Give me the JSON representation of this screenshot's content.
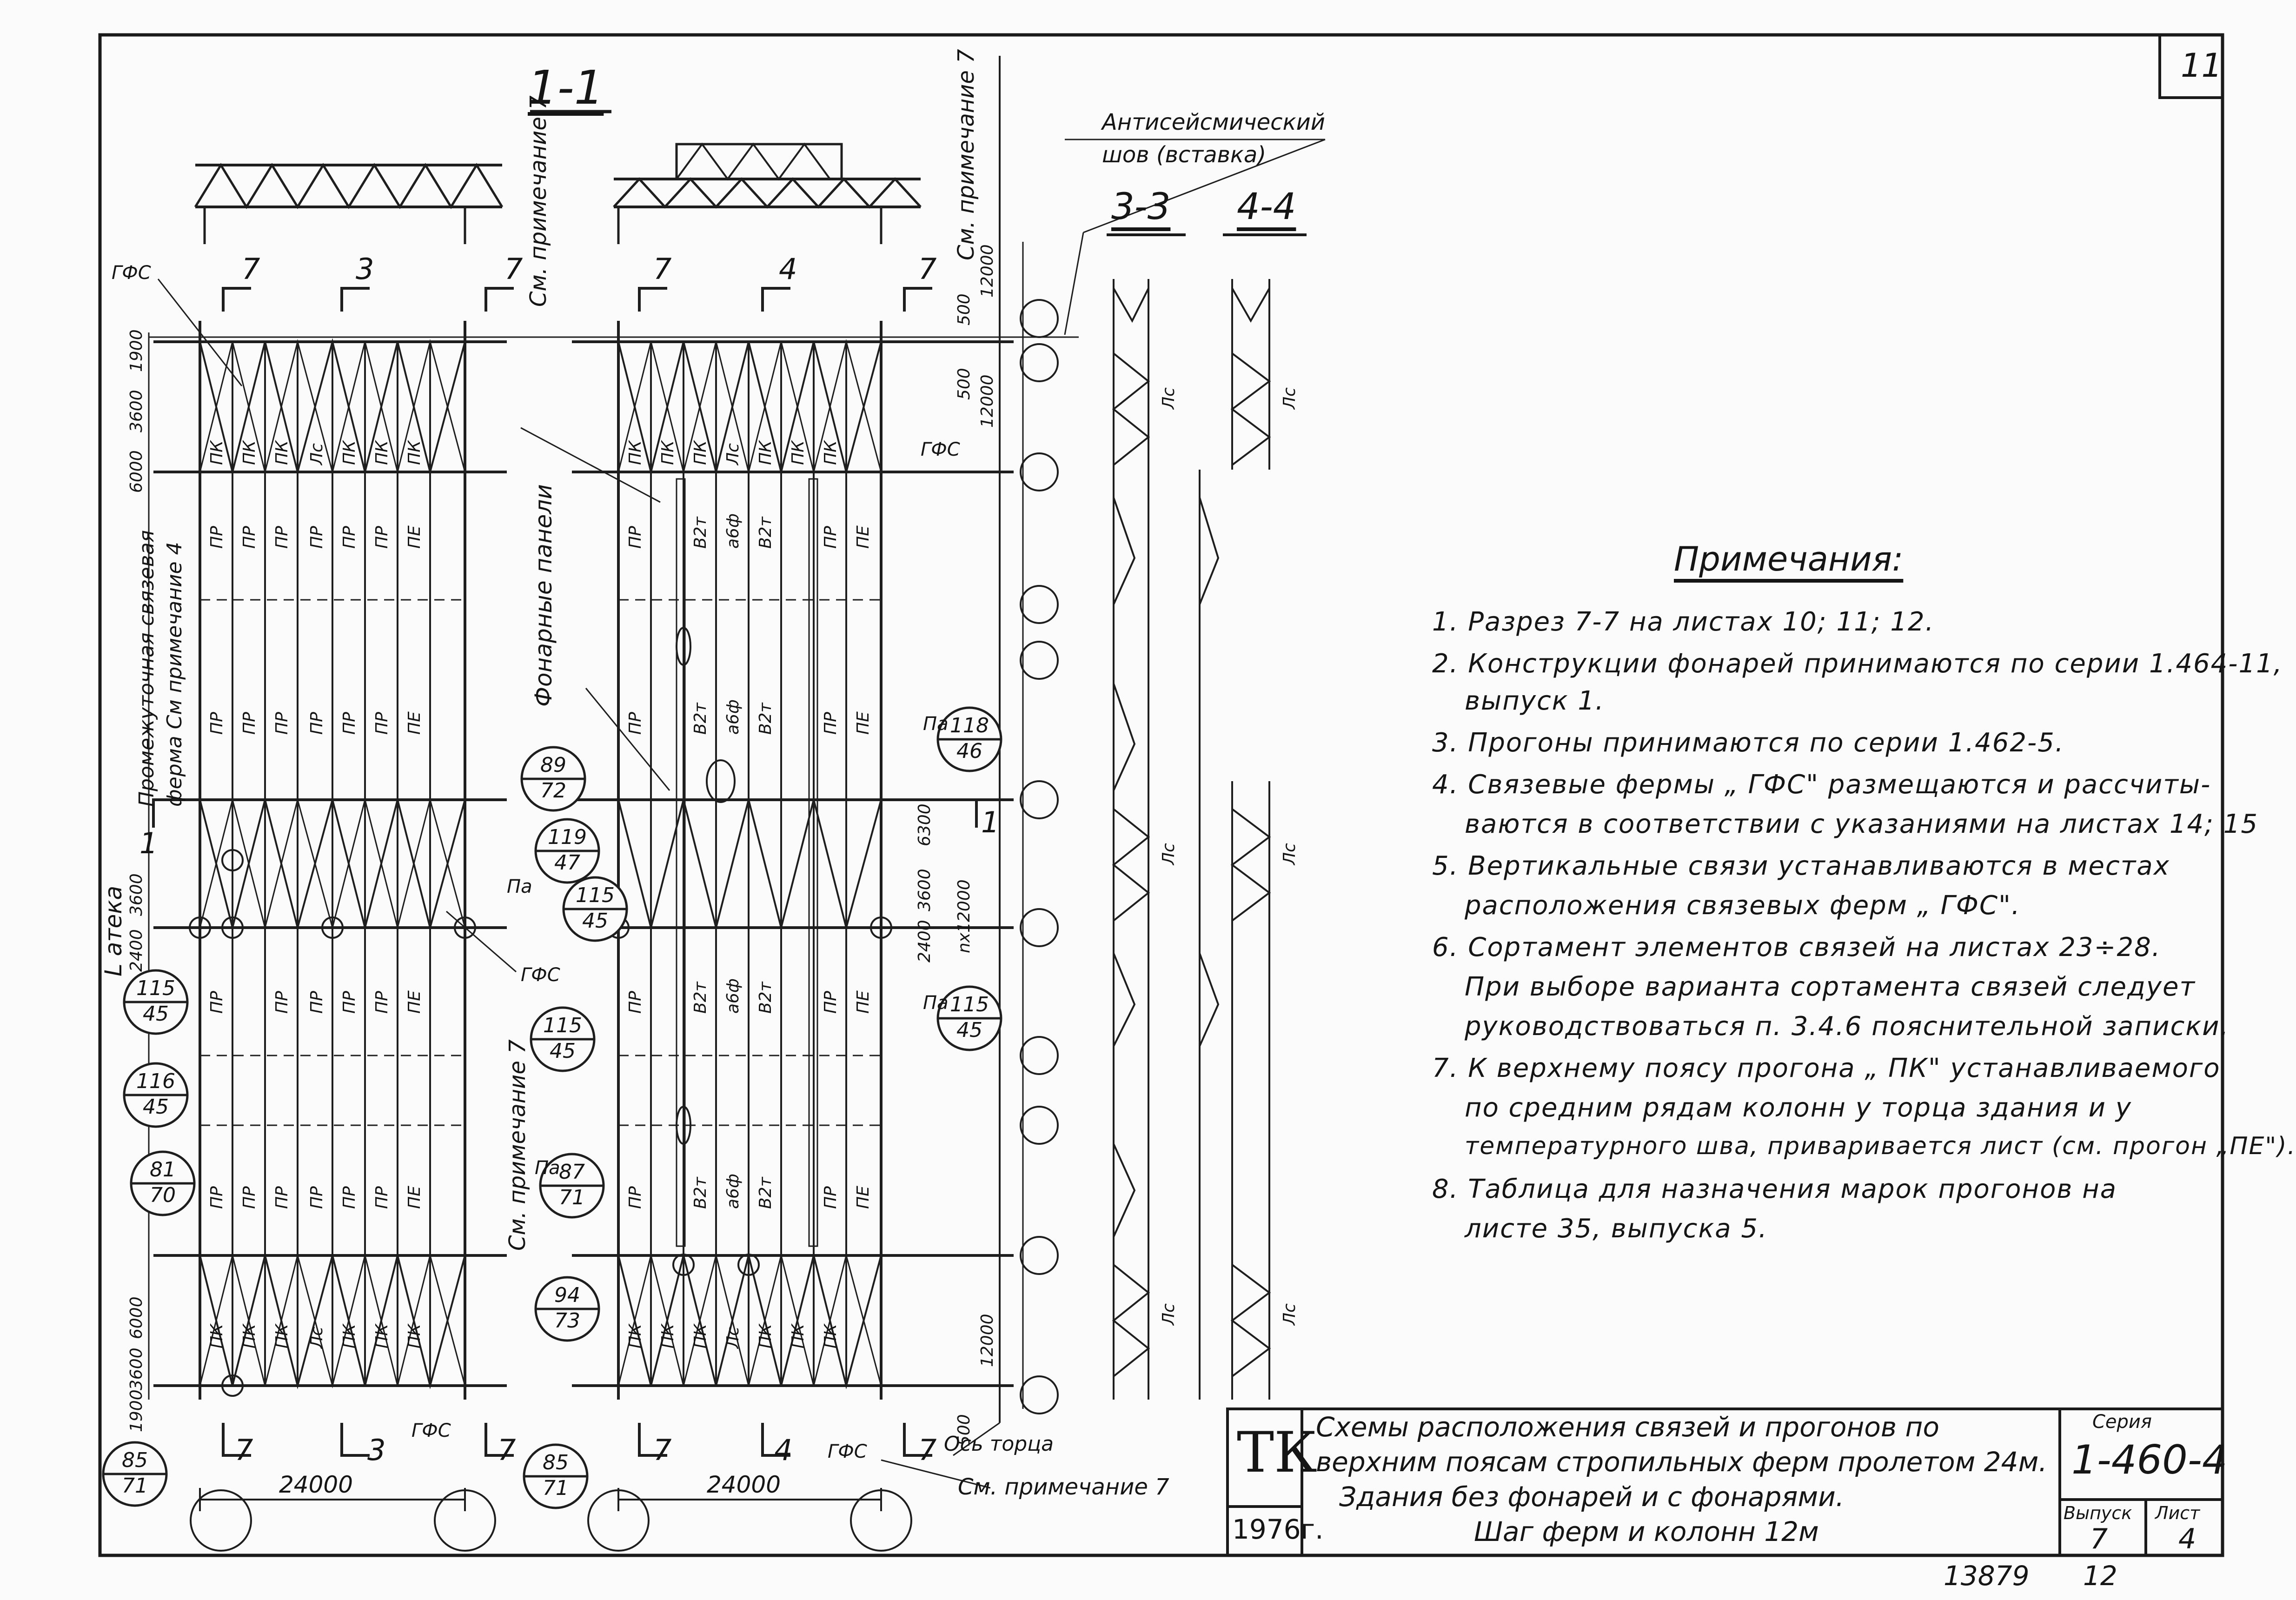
{
  "sheet_number": "11",
  "sections": {
    "s11": "1-1",
    "s33": "3-3",
    "s44": "4-4"
  },
  "seismic_joint": {
    "line1": "Антисейсмический",
    "line2": "шов (вставка)"
  },
  "callouts": {
    "see_note7": "См. примечание 7",
    "intermediate_truss_1": "Промежуточная связевая",
    "intermediate_truss_2": "ферма См примечание 4",
    "lantern_panels": "Фонарные панели",
    "lantern": "L атека",
    "end_axis": "Ось торца",
    "gfs": "ГФС",
    "mark_1": "1",
    "cut_7": "7",
    "cut_3": "3",
    "cut_4": "4"
  },
  "dimensions": {
    "span": "24000",
    "d12000": "12000",
    "d500": "500",
    "d1900": "1900",
    "d3600": "3600",
    "d6000": "6000",
    "d2400": "2400",
    "d6300": "6300",
    "nx12000": "nx12000"
  },
  "element_labels": {
    "pk": "ПК",
    "pr": "ПР",
    "pe": "ПЕ",
    "ls": "Лс",
    "v2t": "В2т",
    "a6f": "а6ф",
    "pa": "Па"
  },
  "references": [
    {
      "top": "89",
      "bottom": "72"
    },
    {
      "top": "119",
      "bottom": "47"
    },
    {
      "top": "115",
      "bottom": "45"
    },
    {
      "top": "118",
      "bottom": "46"
    },
    {
      "top": "116",
      "bottom": "45"
    },
    {
      "top": "81",
      "bottom": "70"
    },
    {
      "top": "87",
      "bottom": "71"
    },
    {
      "top": "94",
      "bottom": "73"
    },
    {
      "top": "85",
      "bottom": "71"
    }
  ],
  "notes": {
    "heading": "Примечания:",
    "items": [
      "1. Разрез 7-7 на листах 10; 11; 12.",
      "2. Конструкции фонарей принимаются по серии 1.464-11,",
      "выпуск 1.",
      "3. Прогоны принимаются по серии 1.462-5.",
      "4. Связевые фермы „ ГФС\" размещаются и рассчиты-",
      "ваются в соответствии с указаниями на листах 14; 15",
      "5. Вертикальные связи устанавливаются в местах",
      "расположения связевых ферм „ ГФС\".",
      "6. Сортамент элементов связей на листах 23÷28.",
      "При выборе варианта сортамента связей следует",
      "руководствоваться п. 3.4.6 пояснительной записки.",
      "7. К верхнему поясу прогона „ ПК\" устанавливаемого",
      "по средним рядам колонн у торца здания и у",
      "температурного шва, приваривается лист (см. прогон „ПЕ\").",
      "8. Таблица для назначения марок прогонов на",
      "листе 35, выпуска 5."
    ]
  },
  "title_block": {
    "logo": "ТК",
    "year": "1976г.",
    "title_lines": [
      "Схемы расположения связей и прогонов по",
      "верхним поясам стропильных ферм пролетом 24м.",
      "Здания без фонарей и с фонарями.",
      "Шаг ферм и колонн 12м"
    ],
    "series_label": "Серия",
    "series_value": "1-460-4",
    "issue_label": "Выпуск",
    "issue_value": "7",
    "sheet_label": "Лист",
    "sheet_value": "4"
  },
  "footer": {
    "inventory": "13879",
    "page": "12"
  }
}
